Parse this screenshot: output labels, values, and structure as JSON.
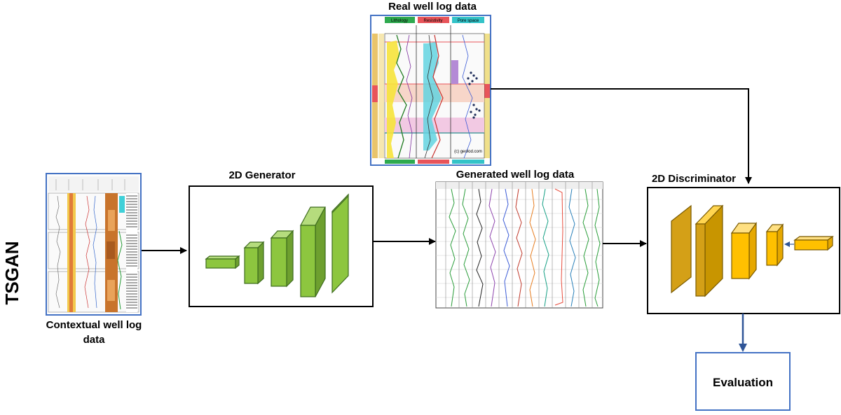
{
  "side_title": "TSGAN",
  "labels": {
    "real_logs": "Real well log data",
    "generator": "2D Generator",
    "generated_logs": "Generated well log data",
    "discriminator": "2D Discriminator",
    "contextual_line1": "Contextual well log",
    "contextual_line2": "data",
    "evaluation": "Evaluation"
  },
  "real_log_headers": [
    "Lithology",
    "Resistivity",
    "Pore space"
  ],
  "real_log_watermark": "(c) geolod.com",
  "colors": {
    "generator_block": "#8dc63f",
    "discriminator_dark": "#d4a017",
    "discriminator_light": "#ffc000",
    "arrow": "#000000",
    "eval_arrow": "#2f5597",
    "image_border": "#4472c4"
  }
}
